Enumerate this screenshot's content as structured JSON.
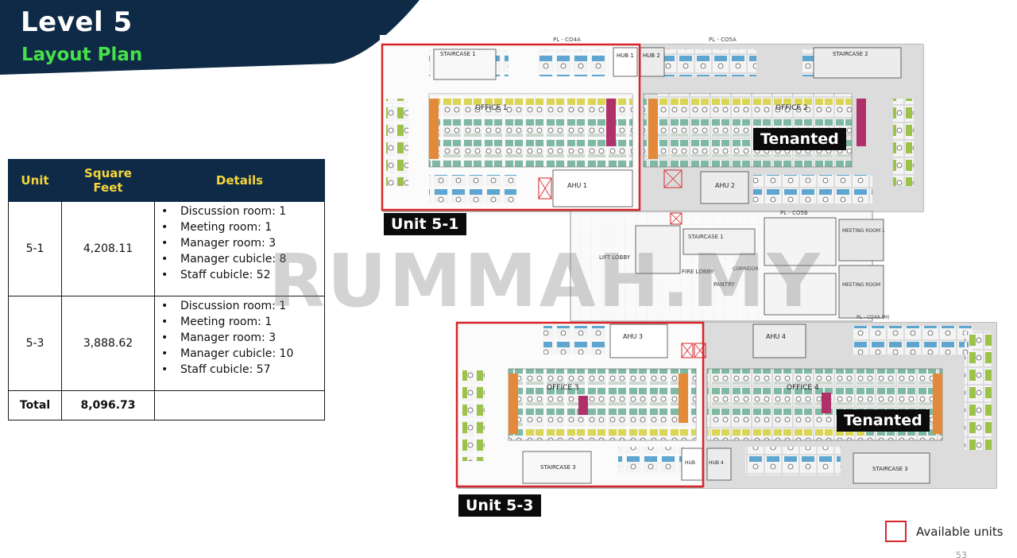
{
  "header": {
    "title": "Level 5",
    "subtitle": "Layout Plan",
    "banner_color": "#0e2a47",
    "subtitle_color": "#46e04a"
  },
  "table": {
    "columns": [
      "Unit",
      "Square Feet",
      "Details"
    ],
    "rows": [
      {
        "unit": "5-1",
        "sqft": "4,208.11",
        "details": [
          "Discussion room: 1",
          "Meeting room: 1",
          "Manager room: 3",
          "Manager cubicle: 8",
          "Staff cubicle: 52"
        ]
      },
      {
        "unit": "5-3",
        "sqft": "3,888.62",
        "details": [
          "Discussion room: 1",
          "Meeting room: 1",
          "Manager room: 3",
          "Manager cubicle: 10",
          "Staff cubicle: 57"
        ]
      }
    ],
    "total": {
      "label": "Total",
      "sqft": "8,096.73",
      "details": ""
    },
    "header_bg": "#0e2a47",
    "header_text_color": "#f5d53a"
  },
  "plan": {
    "unit_labels": [
      "Unit 5-1",
      "Unit 5-3"
    ],
    "tenanted_label": "Tenanted",
    "room_labels": {
      "office1": "OFFICE 1",
      "office2": "OFFICE 2",
      "office3": "OFFICE 3",
      "office4": "OFFICE 4",
      "ahu1": "AHU 1",
      "ahu2": "AHU 2",
      "ahu3": "AHU 3",
      "ahu4": "AHU 4",
      "hub1": "HUB 1",
      "hub2": "HUB 2",
      "hub3": "HUB",
      "hub4": "HUB 4",
      "staircase1": "STAIRCASE 1",
      "staircase2": "STAIRCASE 2",
      "staircase3": "STAIRCASE 3",
      "lift_lobby": "LIFT LOBBY",
      "fire_lobby": "FIRE LOBBY",
      "pantry": "PANTRY",
      "corridor": "CORRIDOR",
      "meeting_room1": "MEETING ROOM 1",
      "meeting_room2": "MEETING ROOM",
      "pl_co4a": "PL - CO4A",
      "pl_co5a": "PL - CO5A",
      "pl_co5b": "PL - CO5B",
      "pl_co4a_m": "PL - CO4A (M)"
    },
    "available_color": "#d8252a"
  },
  "watermark": "RUMMAH.MY",
  "legend": {
    "label": "Available units"
  },
  "page_number": "53"
}
